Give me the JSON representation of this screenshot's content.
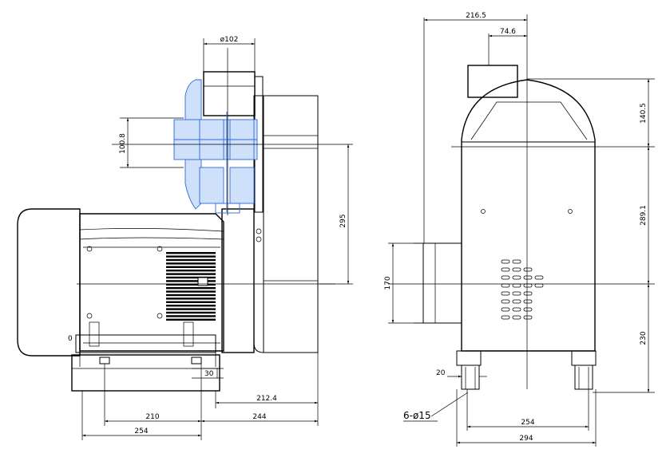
{
  "dimensions": {
    "front_view": {
      "inlet_diameter": "ø102",
      "impeller_height": "100.8",
      "outlet_height": "295",
      "motor_base_thickness": "30",
      "foot_to_outlet": "212.4",
      "foot_hole_spacing": "210",
      "outlet_offset": "244",
      "base_length": "254",
      "foot_mark": "0"
    },
    "side_view": {
      "overall_width": "216.5",
      "outlet_offset": "74.6",
      "top_height": "140.5",
      "body_height": "289.1",
      "base_height": "230",
      "flange_height": "170",
      "foot_width": "20",
      "mount_holes": "6-ø15",
      "foot_hole_spacing": "254",
      "base_width": "294"
    }
  }
}
